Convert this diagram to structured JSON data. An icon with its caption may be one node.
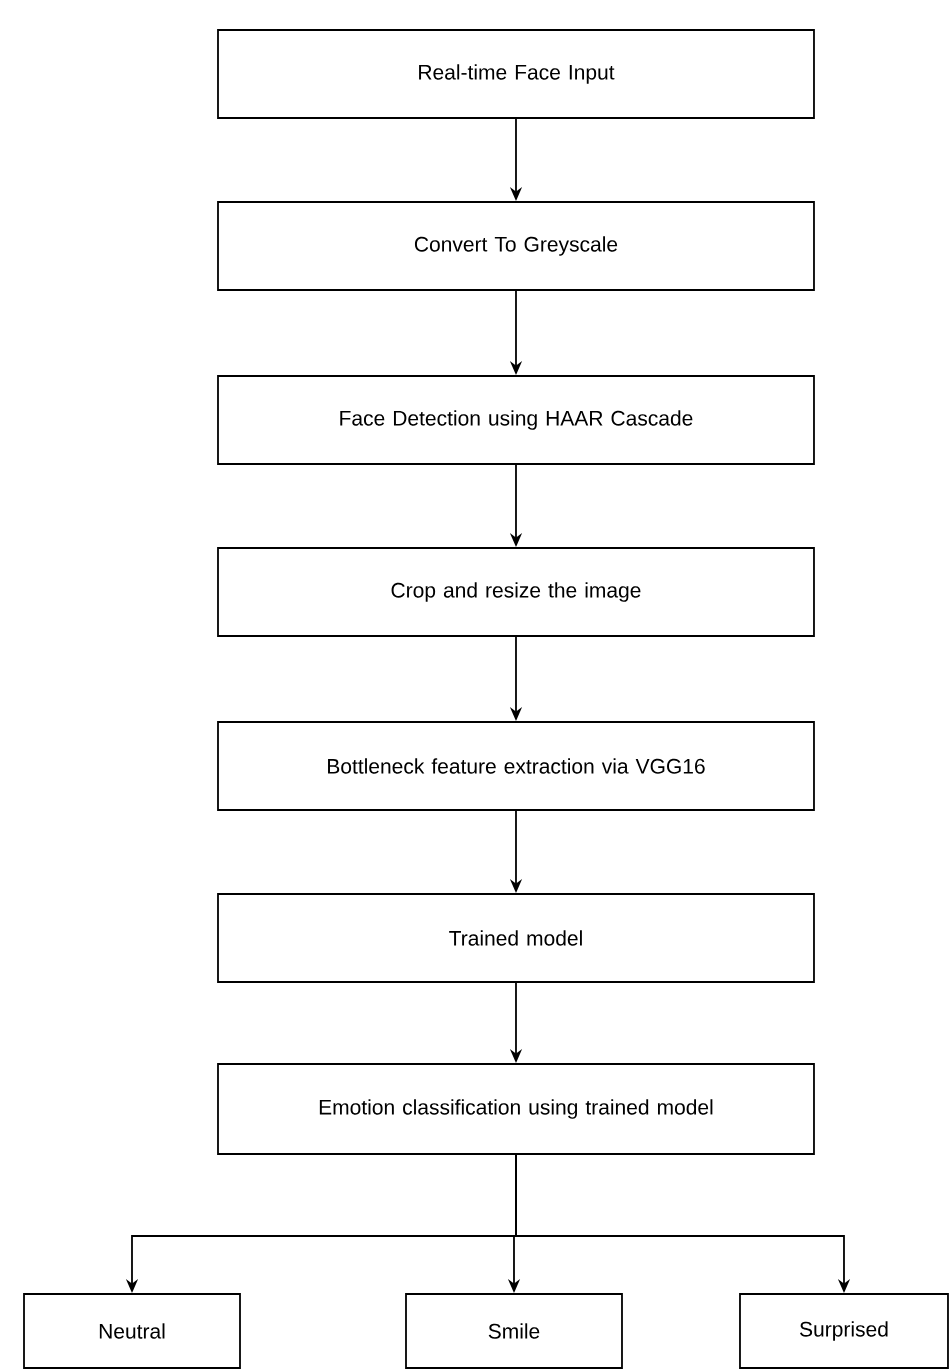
{
  "diagram": {
    "nodes": [
      {
        "text": [
          "Real-time Face Input"
        ]
      },
      {
        "text": [
          "Convert To Greyscale"
        ]
      },
      {
        "text": [
          "Face Detection using HAAR Cascade"
        ]
      },
      {
        "text": [
          "Crop and resize the image"
        ]
      },
      {
        "text": [
          "Bottleneck feature extraction via VGG16"
        ]
      },
      {
        "text": [
          "Trained model"
        ]
      },
      {
        "text": [
          "Emotion classification using trained model"
        ]
      },
      {
        "text": [
          "Neutral"
        ]
      },
      {
        "text": [
          "Smile"
        ]
      },
      {
        "text": [
          "Surprised"
        ]
      }
    ],
    "edges": [
      {
        "from": 0,
        "to": 1,
        "arrow": "to"
      },
      {
        "from": 1,
        "to": 2,
        "arrow": "to"
      },
      {
        "from": 2,
        "to": 3,
        "arrow": "to"
      },
      {
        "from": 3,
        "to": 4,
        "arrow": "to"
      },
      {
        "from": 4,
        "to": 5,
        "arrow": "to"
      },
      {
        "from": 5,
        "to": 6,
        "arrow": "to"
      },
      {
        "from": 6,
        "to": 7,
        "arrow": "to"
      },
      {
        "from": 6,
        "to": 8,
        "arrow": "to"
      },
      {
        "from": 6,
        "to": 9,
        "arrow": "to"
      }
    ]
  }
}
